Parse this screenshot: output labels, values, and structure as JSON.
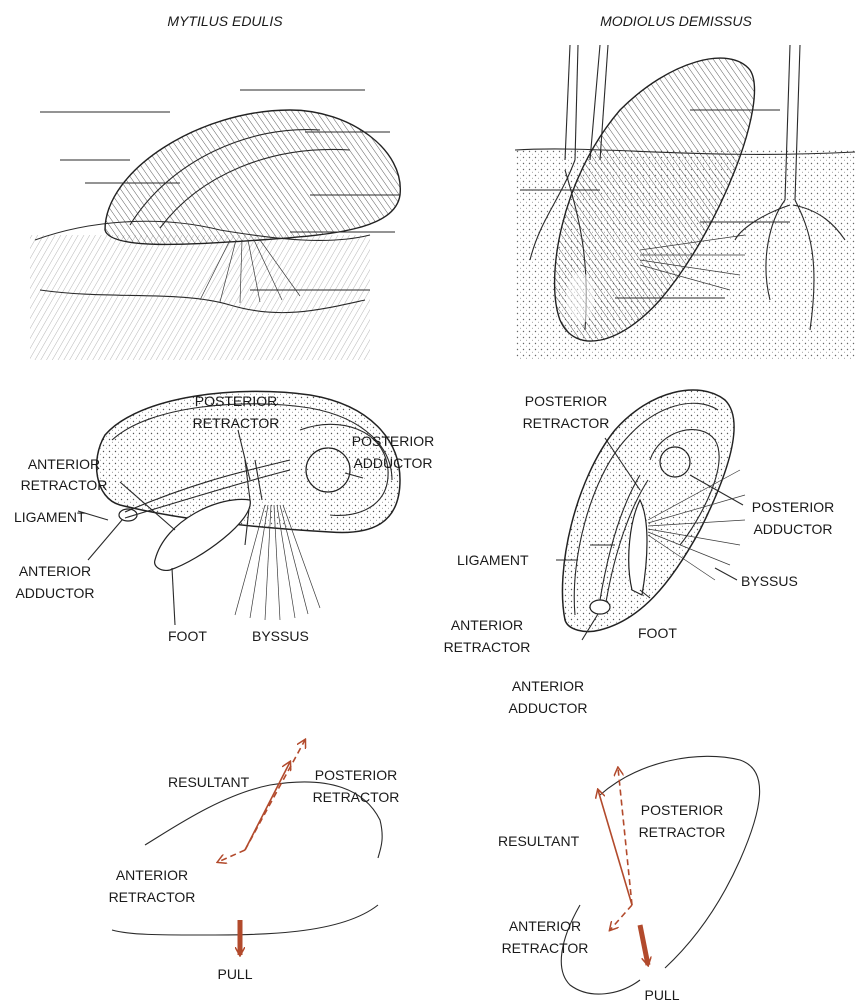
{
  "titles": {
    "left": "MYTILUS EDULIS",
    "right": "MODIOLUS DEMISSUS"
  },
  "mytilus_anatomy": {
    "posterior_retractor": [
      "POSTERIOR",
      "RETRACTOR"
    ],
    "posterior_adductor": [
      "POSTERIOR",
      "ADDUCTOR"
    ],
    "anterior_retractor": [
      "ANTERIOR",
      "RETRACTOR"
    ],
    "ligament": "LIGAMENT",
    "anterior_adductor": [
      "ANTERIOR",
      "ADDUCTOR"
    ],
    "foot": "FOOT",
    "byssus": "BYSSUS"
  },
  "modiolus_anatomy": {
    "posterior_retractor": [
      "POSTERIOR",
      "RETRACTOR"
    ],
    "posterior_adductor": [
      "POSTERIOR",
      "ADDUCTOR"
    ],
    "ligament": "LIGAMENT",
    "anterior_retractor": [
      "ANTERIOR",
      "RETRACTOR"
    ],
    "byssus": "BYSSUS",
    "foot": "FOOT",
    "anterior_adductor": [
      "ANTERIOR",
      "ADDUCTOR"
    ]
  },
  "mytilus_forces": {
    "resultant": "RESULTANT",
    "posterior_retractor": [
      "POSTERIOR",
      "RETRACTOR"
    ],
    "anterior_retractor": [
      "ANTERIOR",
      "RETRACTOR"
    ],
    "pull": "PULL"
  },
  "modiolus_forces": {
    "resultant": "RESULTANT",
    "posterior_retractor": [
      "POSTERIOR",
      "RETRACTOR"
    ],
    "anterior_retractor": [
      "ANTERIOR",
      "RETRACTOR"
    ],
    "pull": "PULL"
  },
  "colors": {
    "vector": "#b24a2c",
    "ink": "#2a2a2a"
  }
}
